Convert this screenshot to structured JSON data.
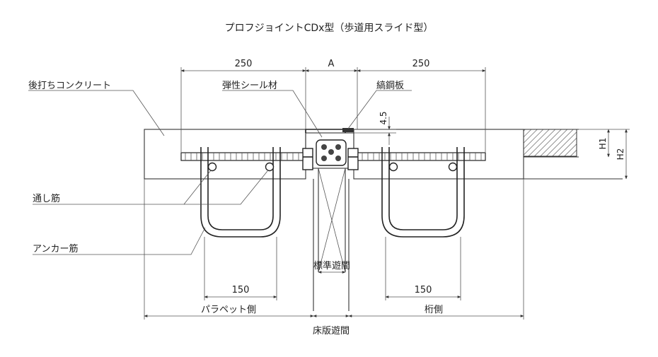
{
  "title": "プロフジョイントCDx型（歩道用スライド型）",
  "dimensions": {
    "left_width": "250",
    "gap": "A",
    "right_width": "250",
    "depth_45": "4.5",
    "h1": "H1",
    "h2": "H2",
    "anchor_left": "150",
    "anchor_right": "150"
  },
  "labels": {
    "post_concrete": "後打ちコンクリート",
    "elastic_seal": "弾性シール材",
    "checker_plate": "縞鋼板",
    "through_bar": "通し筋",
    "anchor_bar": "アンカー筋",
    "standard_gap": "標準遊間",
    "parapet_side": "パラペット側",
    "girder_side": "桁側",
    "deck_gap": "床版遊間"
  }
}
